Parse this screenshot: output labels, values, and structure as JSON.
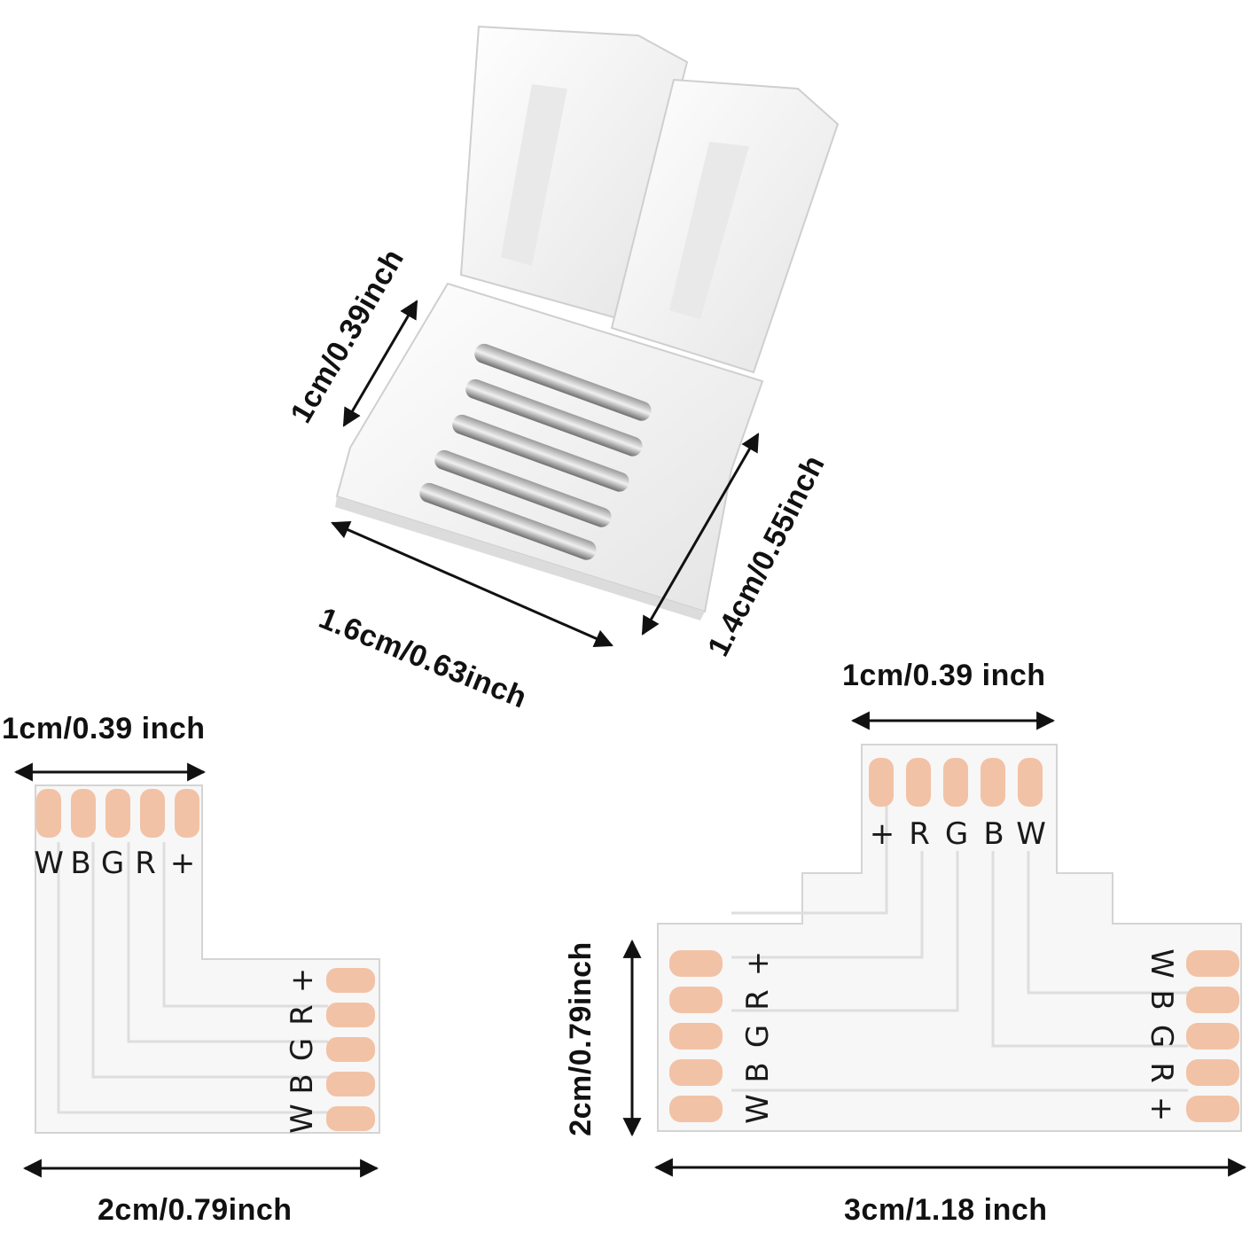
{
  "connector_top": {
    "dim_height": "1cm/0.39inch",
    "dim_width": "1.6cm/0.63inch",
    "dim_depth": "1.4cm/0.55inch"
  },
  "l_connector": {
    "dim_top": "1cm/0.39 inch",
    "dim_bottom": "2cm/0.79inch",
    "top_pins": [
      "W",
      "B",
      "G",
      "R",
      "+"
    ],
    "side_pins": [
      "+",
      "R",
      "G",
      "B",
      "W"
    ]
  },
  "t_connector": {
    "dim_top": "1cm/0.39 inch",
    "dim_left": "2cm/0.79inch",
    "dim_bottom": "3cm/1.18 inch",
    "top_pins": [
      "+",
      "R",
      "G",
      "B",
      "W"
    ],
    "left_pins": [
      "+",
      "R",
      "G",
      "B",
      "W"
    ],
    "right_pins": [
      "W",
      "B",
      "G",
      "R",
      "+"
    ]
  },
  "colors": {
    "pad": "#f2c2a6",
    "board": "#f7f7f7",
    "arrow": "#111111"
  }
}
